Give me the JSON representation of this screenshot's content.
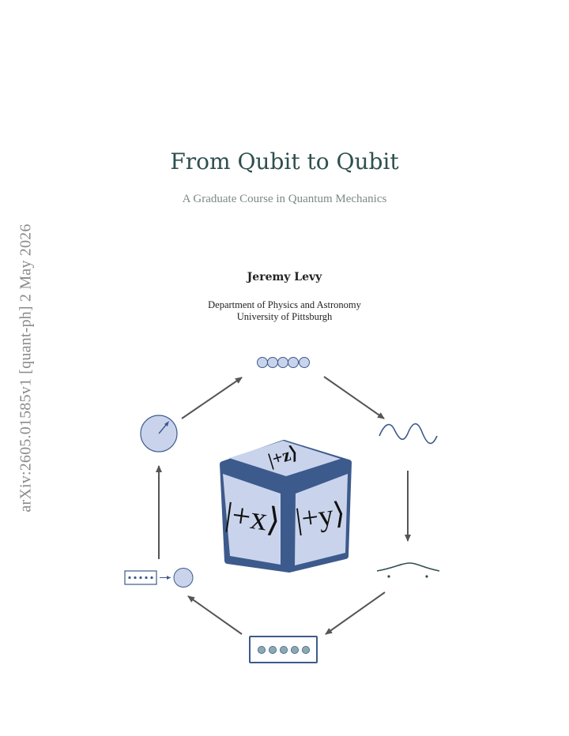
{
  "sidebar": {
    "arxiv_id": "arXiv:2605.01585v1  [quant-ph]  2 May 2026"
  },
  "header": {
    "title": "From Qubit to Qubit",
    "subtitle": "A Graduate Course in Quantum Mechanics"
  },
  "author": {
    "name": "Jeremy Levy",
    "department": "Department of Physics and Astronomy",
    "university": "University of Pittsburgh"
  },
  "figure": {
    "cube_labels": {
      "top": "|+z⟩",
      "left": "|+x⟩",
      "right": "|+y⟩"
    },
    "colors": {
      "dark": "#3d5a8c",
      "light": "#c9d4ec",
      "arrow": "#555555",
      "teal": "#2f4f4f"
    },
    "icons": [
      "qubit-chain-icon",
      "wave-icon",
      "potential-well-icon",
      "register-icon",
      "encoder-icon",
      "gauge-icon"
    ]
  }
}
